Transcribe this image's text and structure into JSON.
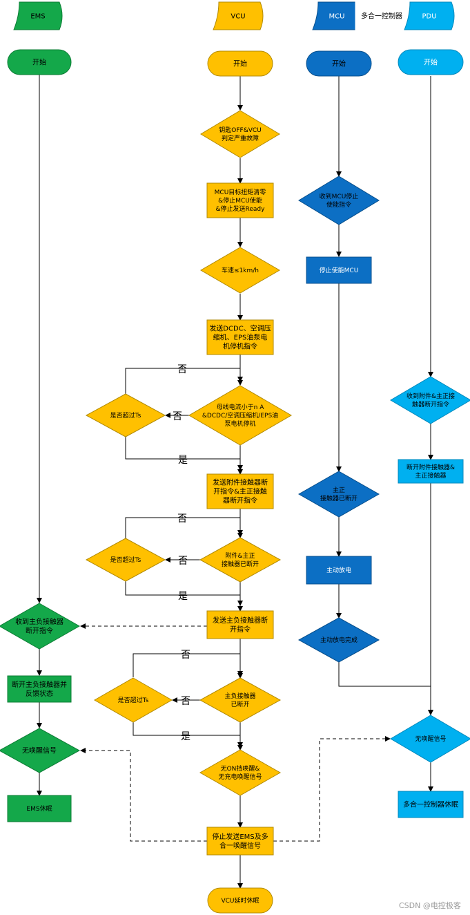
{
  "colors": {
    "ems": "#14a84a",
    "ems_dark": "#0e7d36",
    "vcu": "#ffc000",
    "vcu_dark": "#b28a00",
    "mcu": "#0c6fc4",
    "mcu_dark": "#084f8c",
    "pdu": "#00b0f0",
    "pdu_dark": "#0088bb",
    "line": "#000000"
  },
  "lanes": {
    "ems": "EMS",
    "vcu": "VCU",
    "mcu": "MCU",
    "multi": "多合一控制器",
    "pdu": "PDU"
  },
  "ems": {
    "start": "开始",
    "recv_cmd": [
      "收到主负接触器",
      "断开指令"
    ],
    "open_feedback": [
      "断开主负接触器并",
      "反馈状态"
    ],
    "no_wake": "无唤醒信号",
    "sleep": "EMS休眠"
  },
  "vcu": {
    "start": "开始",
    "key_off": [
      "钥匙OFF&VCU",
      "判定严重故障"
    ],
    "zero_torque": [
      "MCU目标扭矩清零",
      "&停止MCU使能",
      "&停止发送Ready"
    ],
    "speed": "车速≤1km/h",
    "send_stop": [
      "发送DCDC、空调压",
      "缩机、EPS油泵电",
      "机停机指令"
    ],
    "bus_current": [
      "母线电流小于n A",
      "&DCDC/空调压缩机/EPS油",
      "泵电机停机"
    ],
    "timeout1": "是否超过Ts",
    "send_aux": [
      "发送附件接触器断",
      "开指令&主正接触",
      "器断开指令"
    ],
    "aux_opened": [
      "附件&主正",
      "接触器已断开"
    ],
    "timeout2": "是否超过Ts",
    "send_neg": [
      "发送主负接触器断",
      "开指令"
    ],
    "neg_opened": [
      "主负接触器",
      "已断开"
    ],
    "timeout3": "是否超过Ts",
    "no_on_wake": [
      "无ON挡唤醒&",
      "无充电唤醒信号"
    ],
    "stop_send": [
      "停止发送EMS及多",
      "合一唤醒信号"
    ],
    "sleep": "VCU延时休眠"
  },
  "mcu": {
    "start": "开始",
    "recv_stop": [
      "收到MCU停止",
      "使能指令"
    ],
    "stop_enable": "停止使能MCU",
    "pos_opened": [
      "主正",
      "接触器已断开"
    ],
    "discharge": "主动放电",
    "discharge_done": "主动放电完成"
  },
  "pdu": {
    "start": "开始",
    "recv_aux": [
      "收到附件&主正接",
      "触器断开指令"
    ],
    "open_aux": [
      "断开附件接触器&",
      "主正接触器"
    ],
    "no_wake": "无唤醒信号",
    "sleep": "多合一控制器休眠"
  },
  "labels": {
    "no": "否",
    "yes": "是"
  },
  "watermark": "CSDN @电控极客"
}
